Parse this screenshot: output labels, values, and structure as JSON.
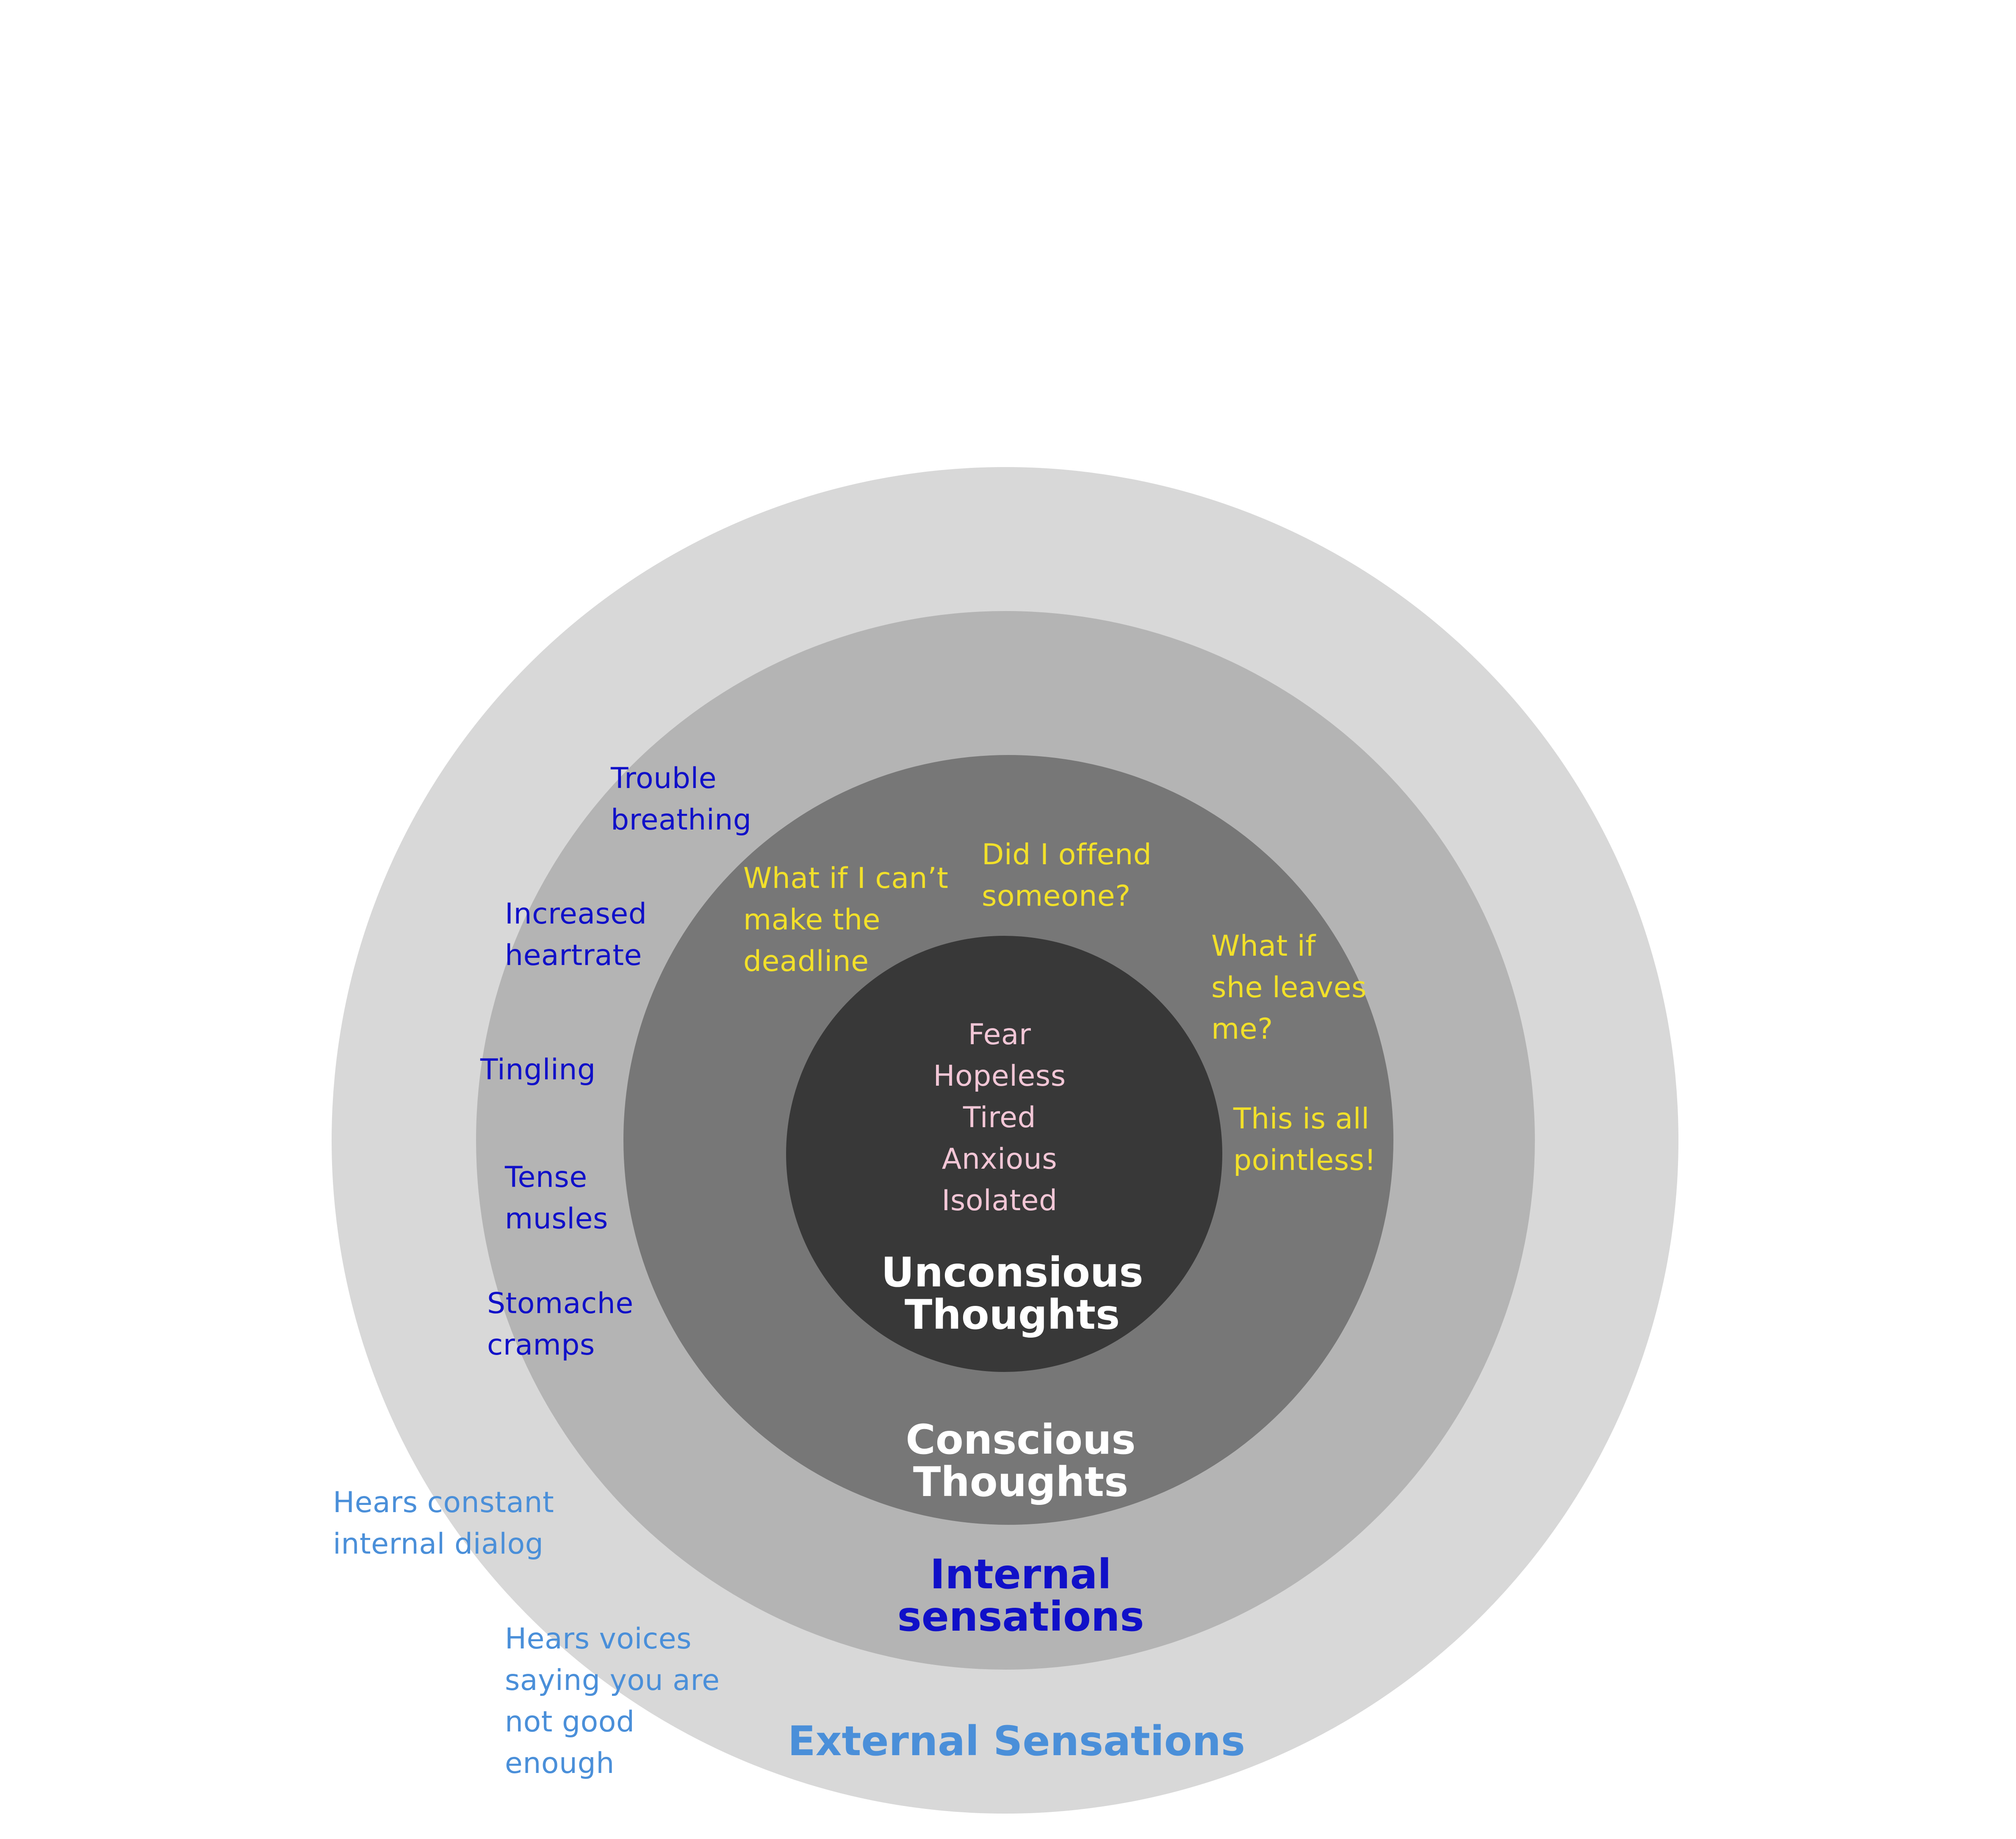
{
  "colors": {
    "external_ring": "#d8d8d8",
    "internal_ring": "#b4b4b4",
    "conscious_ring": "#777777",
    "unconscious_ring": "#383838",
    "external_text": "#4a8fd9",
    "internal_text": "#1010c8",
    "conscious_text": "#f2e02a",
    "emotion_text": "#f2c6d6",
    "title_white": "#ffffff"
  },
  "layers": {
    "external": {
      "title": "External Sensations",
      "items": [
        {
          "lines": [
            "Hears constant",
            "internal dialog"
          ]
        },
        {
          "lines": [
            "Hears voices",
            "saying you are",
            "not good",
            "enough"
          ]
        }
      ]
    },
    "internal": {
      "title": [
        "Internal",
        "sensations"
      ],
      "items": [
        {
          "lines": [
            "Trouble",
            "breathing"
          ]
        },
        {
          "lines": [
            "Increased",
            "heartrate"
          ]
        },
        {
          "lines": [
            "Tingling"
          ]
        },
        {
          "lines": [
            "Tense",
            "musles"
          ]
        },
        {
          "lines": [
            "Stomache",
            "cramps"
          ]
        }
      ]
    },
    "conscious": {
      "title": [
        "Conscious",
        "Thoughts"
      ],
      "items": [
        {
          "lines": [
            "What if I can’t",
            "make the",
            "deadline"
          ]
        },
        {
          "lines": [
            "Did I offend",
            "someone?"
          ]
        },
        {
          "lines": [
            "What if",
            "she leaves",
            "me?"
          ]
        },
        {
          "lines": [
            "This is all",
            "pointless!"
          ]
        }
      ]
    },
    "unconscious": {
      "title": [
        "Unconsious",
        "Thoughts"
      ],
      "emotions": [
        "Fear",
        "Hopeless",
        "Tired",
        "Anxious",
        "Isolated"
      ]
    }
  }
}
